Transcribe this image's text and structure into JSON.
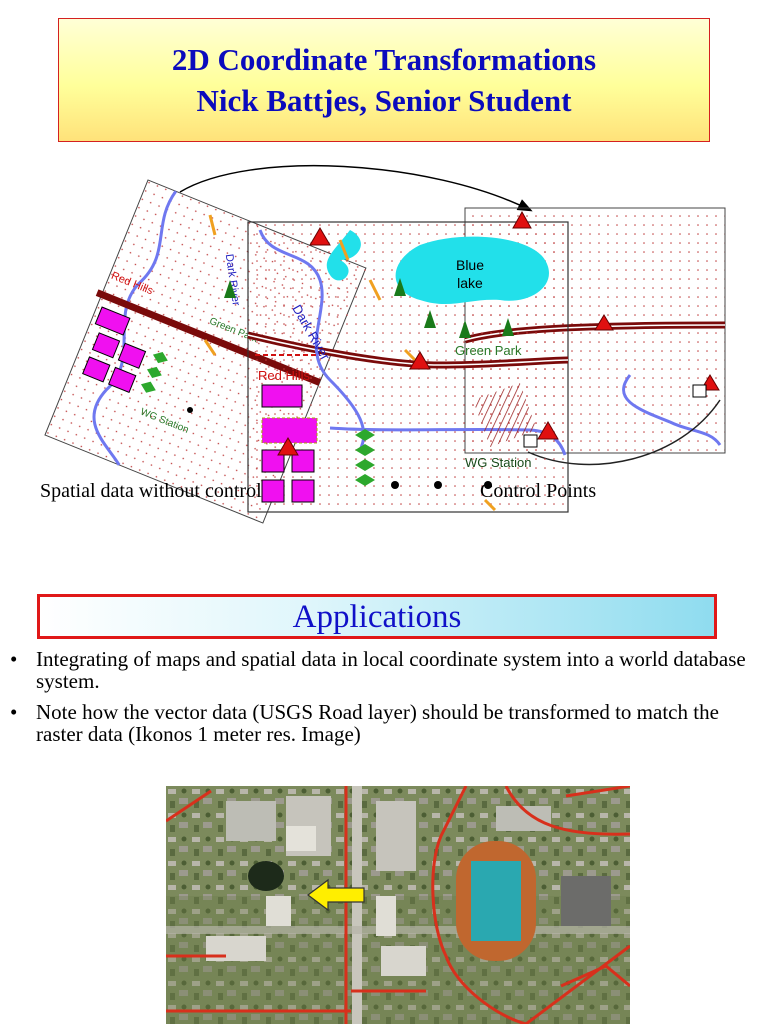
{
  "header": {
    "title_line1": "2D Coordinate Transformations",
    "title_line2": "Nick Battjes, Senior Student"
  },
  "figure": {
    "labels": {
      "dark_river": "Dark River",
      "red_hills": "Red Hills",
      "green_park": "Green Park",
      "wg_station": "WG Station",
      "blue_lake_1": "Blue",
      "blue_lake_2": "lake"
    },
    "caption_left": "Spatial data without control",
    "caption_right": "Control Points",
    "colors": {
      "lake": "#22e0ea",
      "building": "#f010f0",
      "road": "#7a0a0a",
      "river": "#6f78f0",
      "control": "#e01010"
    }
  },
  "section": {
    "title": "Applications"
  },
  "bullets": [
    {
      "marker": "•",
      "text": "Integrating of maps and spatial data in local coordinate system into a world database system."
    },
    {
      "marker": "•",
      "text": "Note how the vector data (USGS Road layer) should be transformed to match the raster data (Ikonos 1 meter res. Image)"
    }
  ],
  "photo": {
    "arrow_color": "#ffee00",
    "road_color": "#d8301c"
  }
}
